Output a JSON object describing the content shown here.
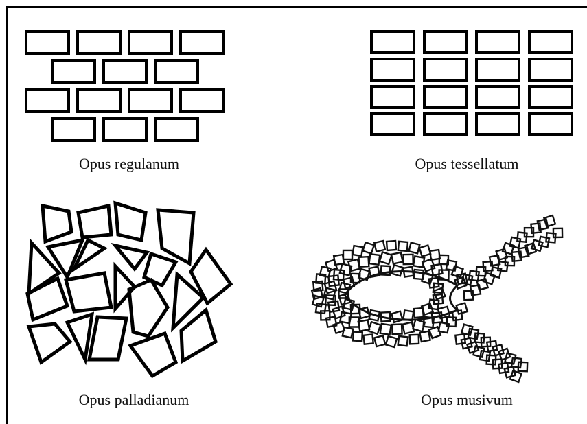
{
  "figure": {
    "panels": [
      {
        "id": "regulanum",
        "caption": "Opus regulanum"
      },
      {
        "id": "tessellatum",
        "caption": "Opus tessellatum"
      },
      {
        "id": "palladianum",
        "caption": "Opus palladianum"
      },
      {
        "id": "musivum",
        "caption": "Opus musivum"
      }
    ]
  }
}
